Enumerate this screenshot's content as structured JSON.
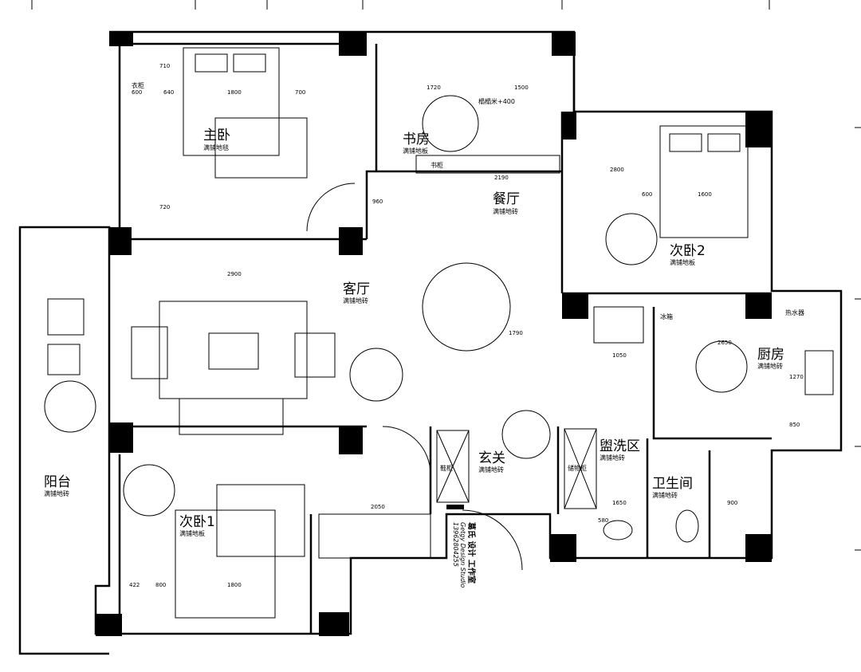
{
  "plan": {
    "rooms": {
      "master_bedroom": {
        "name": "主卧",
        "note": "满铺地毯"
      },
      "study": {
        "name": "书房",
        "note": "满铺地板"
      },
      "dining": {
        "name": "餐厅",
        "note": "满铺地砖"
      },
      "bedroom2": {
        "name": "次卧2",
        "note": "满铺地板"
      },
      "living": {
        "name": "客厅",
        "note": "满铺地砖"
      },
      "kitchen": {
        "name": "厨房",
        "note": "满铺地砖"
      },
      "balcony": {
        "name": "阳台",
        "note": "满铺地砖"
      },
      "entry": {
        "name": "玄关",
        "note": "满铺地砖"
      },
      "washroom": {
        "name": "盥洗区",
        "note": "满铺地砖"
      },
      "bathroom": {
        "name": "卫生间",
        "note": "满铺地砖"
      },
      "bedroom1": {
        "name": "次卧1",
        "note": "满铺地板"
      }
    },
    "labels": {
      "wardrobe": "衣柜",
      "shoe_cabinet": "鞋柜",
      "storage": "储物柜",
      "fridge": "冰箱",
      "bookshelf": "书柜",
      "tatami": "榻榻米+400",
      "water_heater": "热水器"
    },
    "dimensions": [
      "600",
      "640",
      "1800",
      "700",
      "710",
      "720",
      "1720",
      "1500",
      "2190",
      "2900",
      "600",
      "1600",
      "2800",
      "1050",
      "2650",
      "1270",
      "850",
      "2050",
      "1650",
      "900",
      "422",
      "800",
      "1800",
      "1790",
      "960",
      "580"
    ],
    "studio": {
      "name": "葛氏 设计 工作室",
      "english": "Getgy Design Studio",
      "phone": "13962804255"
    }
  }
}
